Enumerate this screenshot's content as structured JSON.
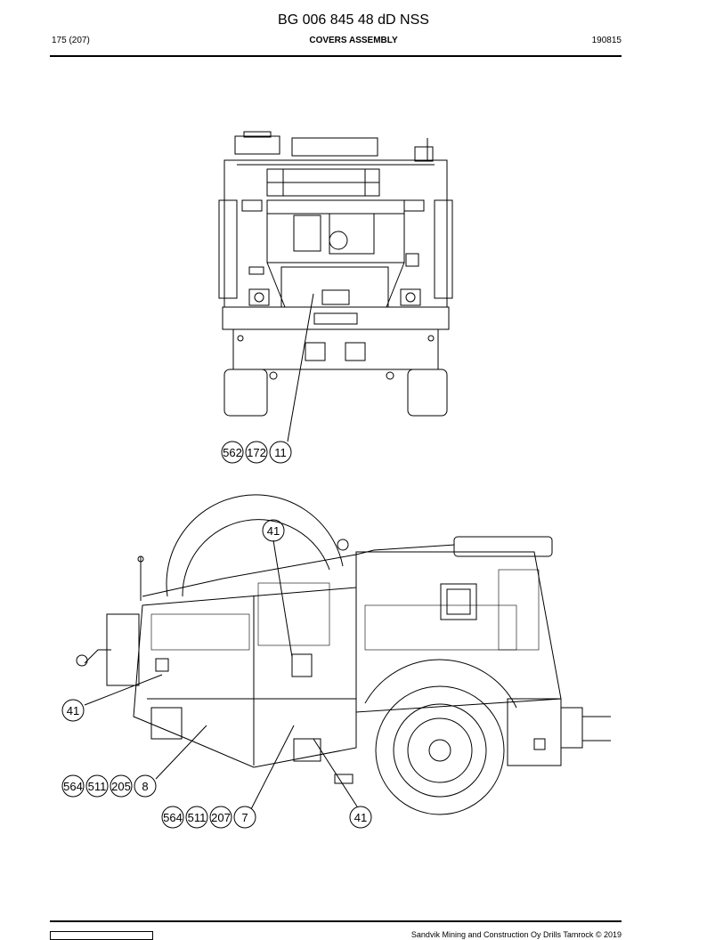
{
  "header": {
    "doc_number": "BG 006 845 48 dD NSS",
    "page": "175 (207)",
    "section": "COVERS ASSEMBLY",
    "date": "190815"
  },
  "top_view": {
    "callouts": [
      "562",
      "172",
      "11"
    ]
  },
  "side_view": {
    "callout_41_top": "41",
    "callout_41_left": "41",
    "group_8": [
      "564",
      "511",
      "205",
      "8"
    ],
    "group_7": [
      "564",
      "511",
      "207",
      "7"
    ],
    "callout_41_bottom": "41"
  },
  "footer": {
    "copyright": "Sandvik Mining and Construction Oy Drills Tamrock © 2019"
  }
}
